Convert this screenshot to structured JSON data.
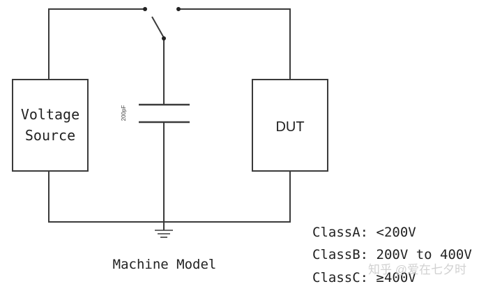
{
  "diagram": {
    "title": "Machine Model",
    "voltage_source": {
      "line1": "Voltage",
      "line2": "Source"
    },
    "dut": "DUT",
    "capacitor_label": "200pF",
    "classes": [
      "ClassA: <200V",
      "ClassB: 200V to 400V",
      "ClassC: ≥400V"
    ],
    "watermark": "知乎 @爱在七夕时"
  },
  "colors": {
    "line": "#3a3a3a",
    "text": "#222222",
    "watermark": "#d8d8d8"
  },
  "icons": [
    "switch-icon",
    "capacitor-icon",
    "ground-icon"
  ]
}
